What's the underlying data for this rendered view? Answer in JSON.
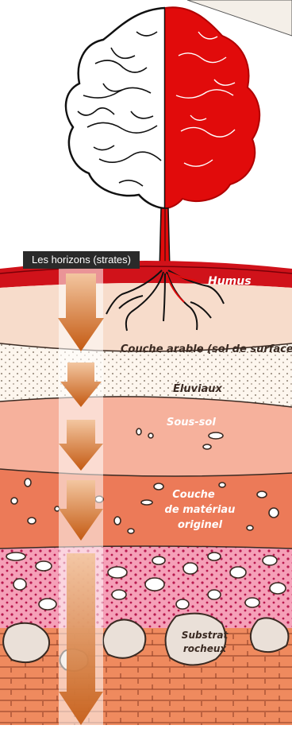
{
  "caption": "Les horizons (strates)",
  "layers": {
    "humus": "Humus",
    "topsoil": "Couche arable (sol de surface)",
    "eluvial": "Éluviaux",
    "subsoil": "Sous-sol",
    "parent_line1": "Couche",
    "parent_line2": "de matériau",
    "parent_line3": "originel",
    "bedrock_line1": "Substrat",
    "bedrock_line2": "rocheux"
  },
  "colors": {
    "accent_red": "#e10b0b",
    "humus": "#d0121a",
    "topsoil": "#f7dccb",
    "eluvial": "#fdf6ee",
    "subsoil": "#f6b19c",
    "parent": "#ec7a58",
    "pink_layer": "#f5a0b8",
    "bedrock": "#ee8a5a",
    "arrow": "#c85e17"
  }
}
